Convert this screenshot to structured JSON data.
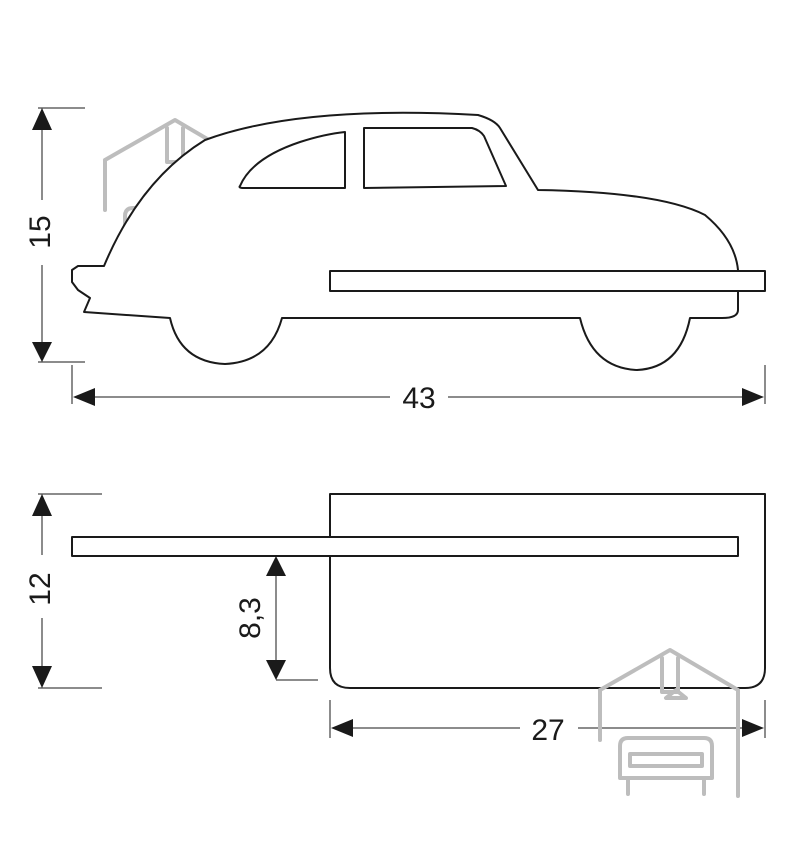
{
  "side_view": {
    "height_label": "15",
    "length_label": "43"
  },
  "front_view": {
    "height_label": "12",
    "shelf_height_label": "8,3",
    "depth_label": "27"
  },
  "colors": {
    "line": "#1a1a1a",
    "watermark": "#bdbdbd",
    "background": "#ffffff"
  },
  "watermark_icon": "house-armchair-logo"
}
